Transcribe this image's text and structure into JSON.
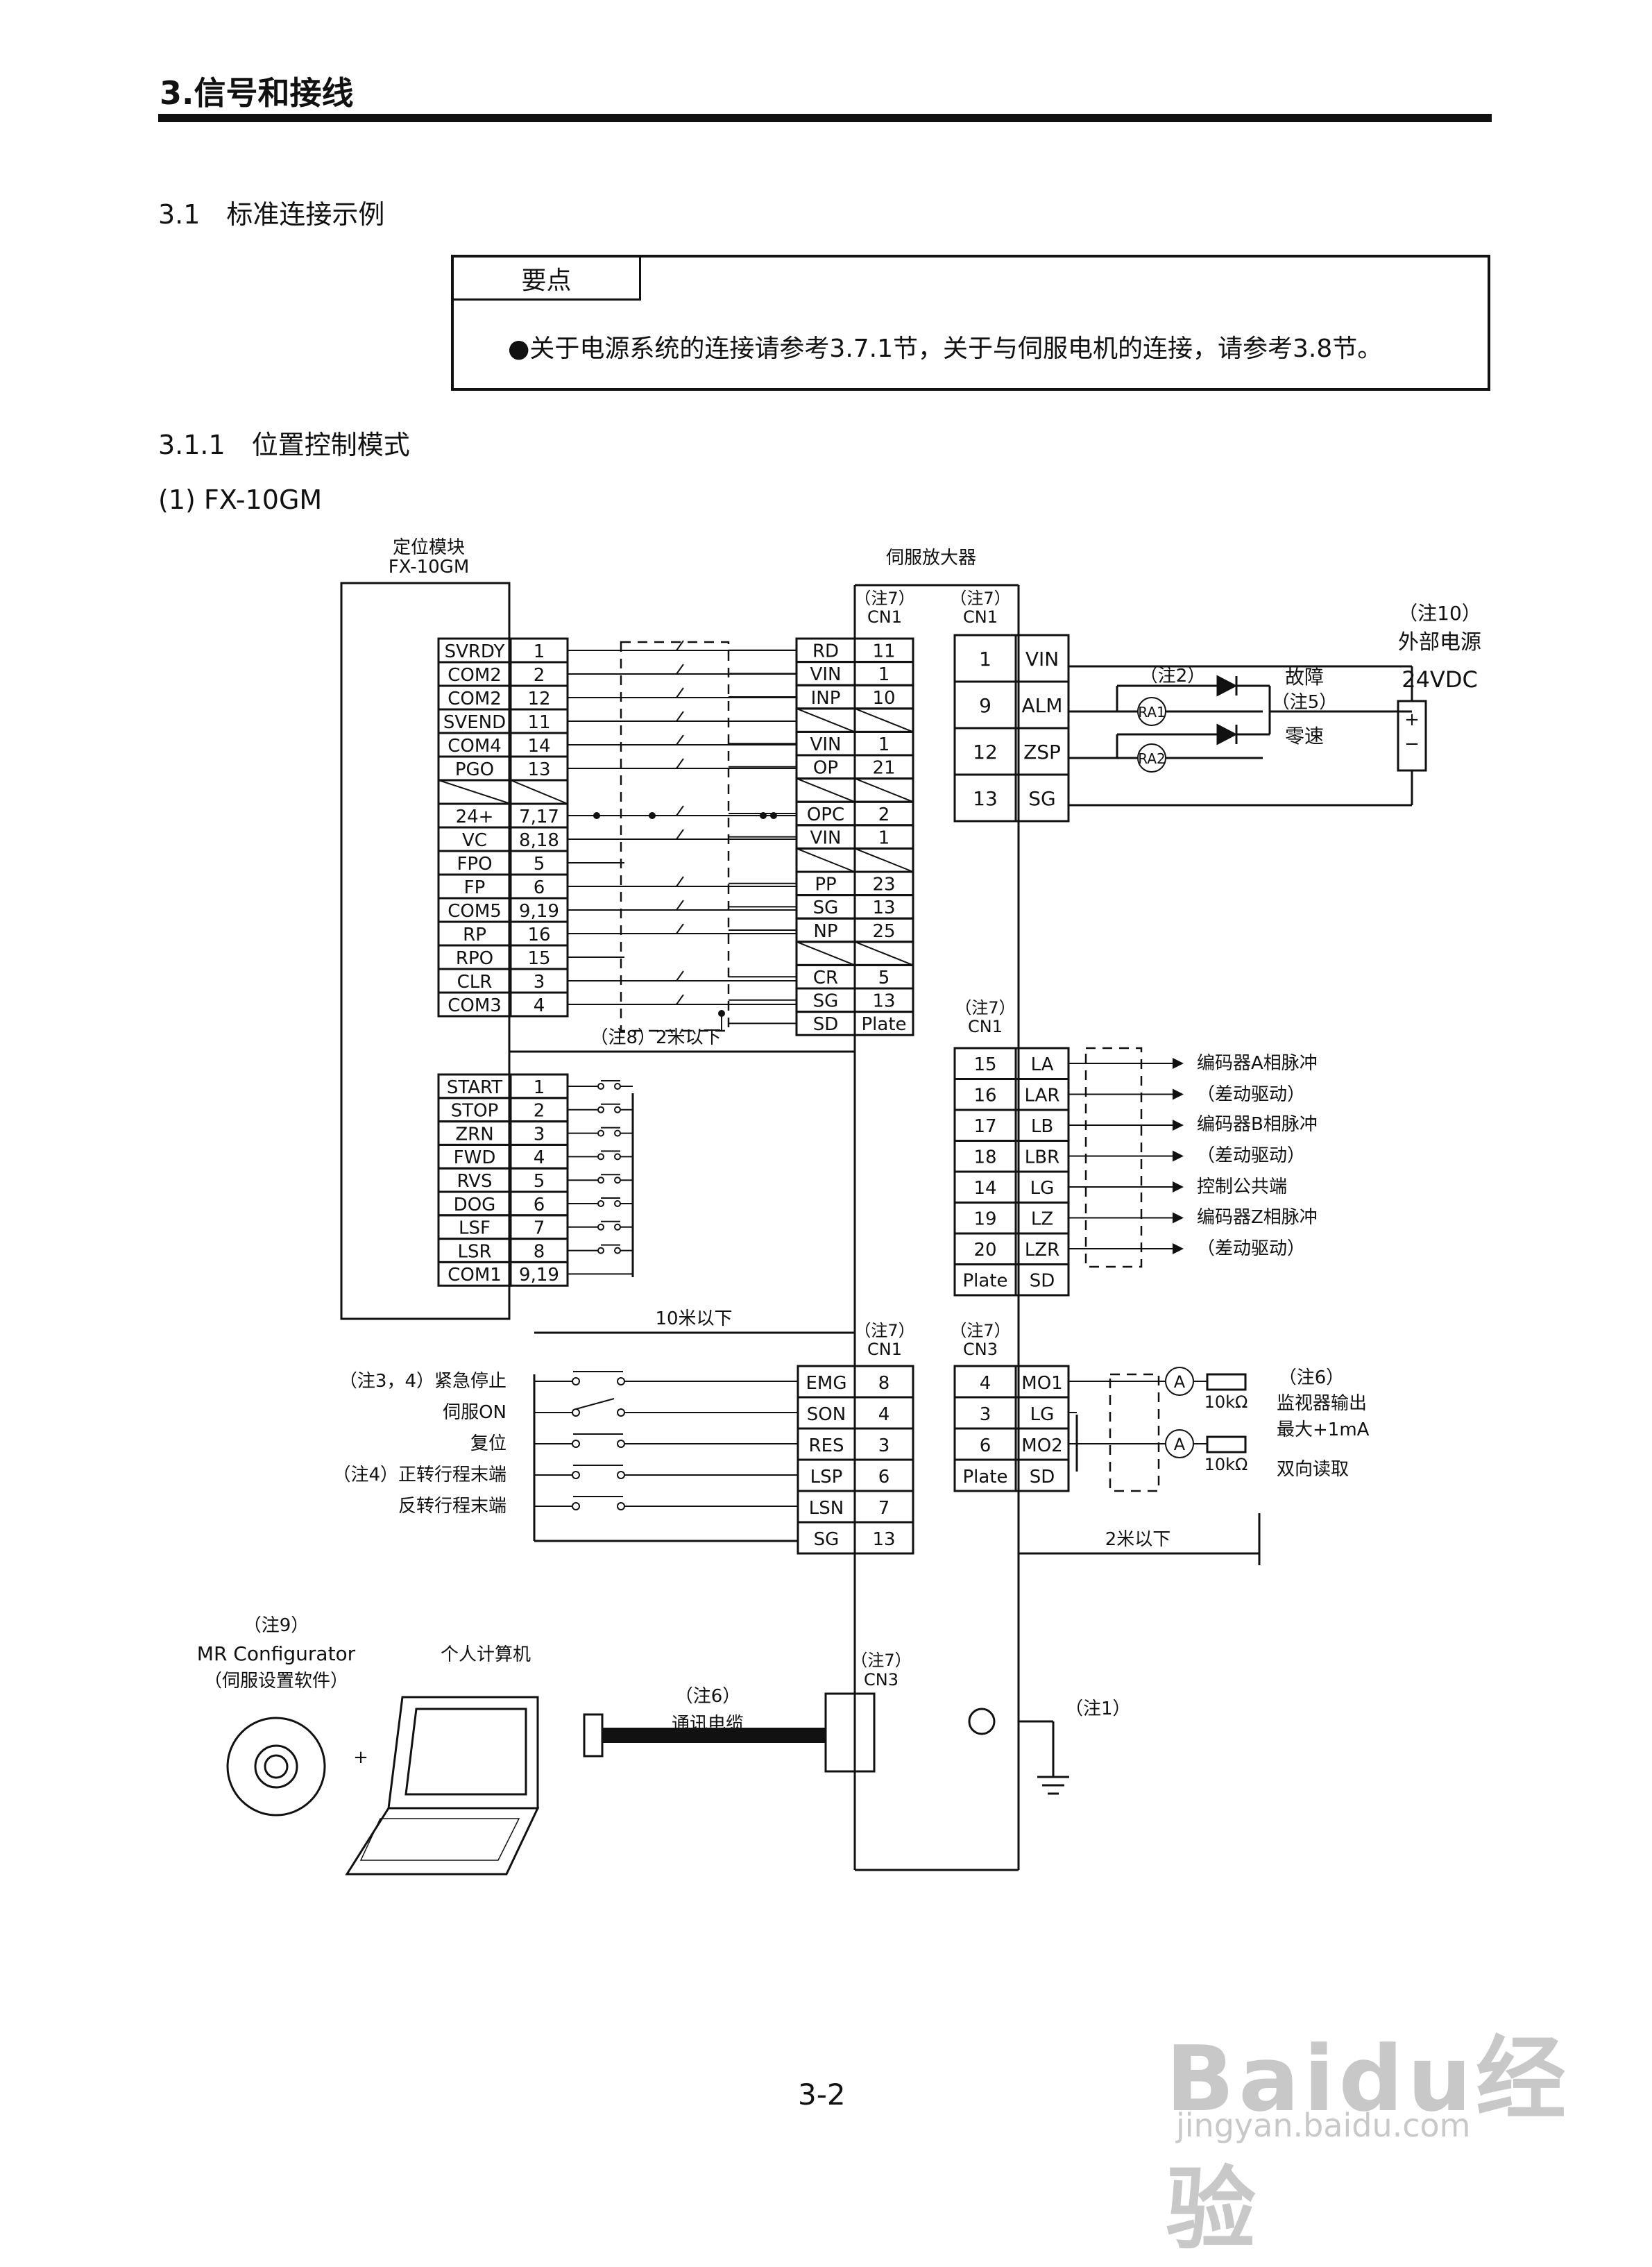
{
  "header": {
    "chapter_title": "3.信号和接线"
  },
  "sections": {
    "s31": "3.1　标准连接示例",
    "s311": "3.1.1　位置控制模式",
    "sub1": "(1) FX-10GM"
  },
  "keypoint": {
    "tab": "要点",
    "text": "●关于电源系统的连接请参考3.7.1节，关于与伺服电机的连接，请参考3.8节。"
  },
  "diagram": {
    "module_title_1": "定位模块",
    "module_title_2": "FX-10GM",
    "servo_title": "伺服放大器",
    "note7": "（注7）",
    "cn1": "CN1",
    "cn3": "CN3",
    "module_rows": [
      {
        "sig": "SVRDY",
        "pin": "1"
      },
      {
        "sig": "COM2",
        "pin": "2"
      },
      {
        "sig": "COM2",
        "pin": "12"
      },
      {
        "sig": "SVEND",
        "pin": "11"
      },
      {
        "sig": "COM4",
        "pin": "14"
      },
      {
        "sig": "PGO",
        "pin": "13"
      },
      {
        "sig": "",
        "pin": ""
      },
      {
        "sig": "24+",
        "pin": "7,17"
      },
      {
        "sig": "VC",
        "pin": "8,18"
      },
      {
        "sig": "FPO",
        "pin": "5"
      },
      {
        "sig": "FP",
        "pin": "6"
      },
      {
        "sig": "COM5",
        "pin": "9,19"
      },
      {
        "sig": "RP",
        "pin": "16"
      },
      {
        "sig": "RPO",
        "pin": "15"
      },
      {
        "sig": "CLR",
        "pin": "3"
      },
      {
        "sig": "COM3",
        "pin": "4"
      }
    ],
    "cn1_left_rows": [
      {
        "sig": "RD",
        "pin": "11"
      },
      {
        "sig": "VIN",
        "pin": "1"
      },
      {
        "sig": "INP",
        "pin": "10"
      },
      {
        "sig": "",
        "pin": ""
      },
      {
        "sig": "VIN",
        "pin": "1"
      },
      {
        "sig": "OP",
        "pin": "21"
      },
      {
        "sig": "",
        "pin": ""
      },
      {
        "sig": "OPC",
        "pin": "2"
      },
      {
        "sig": "VIN",
        "pin": "1"
      },
      {
        "sig": "",
        "pin": ""
      },
      {
        "sig": "PP",
        "pin": "23"
      },
      {
        "sig": "SG",
        "pin": "13"
      },
      {
        "sig": "NP",
        "pin": "25"
      },
      {
        "sig": "",
        "pin": ""
      },
      {
        "sig": "CR",
        "pin": "5"
      },
      {
        "sig": "SG",
        "pin": "13"
      },
      {
        "sig": "SD",
        "pin": "Plate"
      }
    ],
    "io_rows": [
      {
        "pin": "1",
        "sig": "VIN"
      },
      {
        "pin": "9",
        "sig": "ALM"
      },
      {
        "pin": "12",
        "sig": "ZSP"
      },
      {
        "pin": "13",
        "sig": "SG"
      }
    ],
    "note2": "（注2）",
    "ra1": "RA1",
    "ra2": "RA2",
    "fault": "故障",
    "note5": "（注5）",
    "zero_speed": "零速",
    "note10": "（注10）",
    "ext_power": "外部电源",
    "vdc": "24VDC",
    "plus": "+",
    "minus": "−",
    "cable_2m": "（注8）2米以下",
    "switch_rows": [
      {
        "sig": "START",
        "pin": "1"
      },
      {
        "sig": "STOP",
        "pin": "2"
      },
      {
        "sig": "ZRN",
        "pin": "3"
      },
      {
        "sig": "FWD",
        "pin": "4"
      },
      {
        "sig": "RVS",
        "pin": "5"
      },
      {
        "sig": "DOG",
        "pin": "6"
      },
      {
        "sig": "LSF",
        "pin": "7"
      },
      {
        "sig": "LSR",
        "pin": "8"
      },
      {
        "sig": "COM1",
        "pin": "9,19"
      }
    ],
    "enc_rows": [
      {
        "pin": "15",
        "sig": "LA"
      },
      {
        "pin": "16",
        "sig": "LAR"
      },
      {
        "pin": "17",
        "sig": "LB"
      },
      {
        "pin": "18",
        "sig": "LBR"
      },
      {
        "pin": "14",
        "sig": "LG"
      },
      {
        "pin": "19",
        "sig": "LZ"
      },
      {
        "pin": "20",
        "sig": "LZR"
      },
      {
        "pin": "Plate",
        "sig": "SD"
      }
    ],
    "enc_labels": [
      "编码器A相脉冲",
      "（差动驱动）",
      "编码器B相脉冲",
      "（差动驱动）",
      "控制公共端",
      "编码器Z相脉冲",
      "（差动驱动）"
    ],
    "cable_10m": "10米以下",
    "ctl_rows": [
      {
        "sig": "EMG",
        "pin": "8"
      },
      {
        "sig": "SON",
        "pin": "4"
      },
      {
        "sig": "RES",
        "pin": "3"
      },
      {
        "sig": "LSP",
        "pin": "6"
      },
      {
        "sig": "LSN",
        "pin": "7"
      },
      {
        "sig": "SG",
        "pin": "13"
      }
    ],
    "ctl_labels": [
      "（注3，4）紧急停止",
      "伺服ON",
      "复位",
      "（注4）正转行程末端",
      "反转行程末端"
    ],
    "mon_rows": [
      {
        "pin": "4",
        "sig": "MO1"
      },
      {
        "pin": "3",
        "sig": "LG"
      },
      {
        "pin": "6",
        "sig": "MO2"
      },
      {
        "pin": "Plate",
        "sig": "SD"
      }
    ],
    "ammeter": "A",
    "resistor": "10kΩ",
    "note6": "（注6）",
    "monitor_out": "监视器输出",
    "max_current": "最大+1mA",
    "bidir": "双向读取",
    "cable_2m_b": "2米以下",
    "note9": "（注9）",
    "mr_conf": "MR Configurator",
    "mr_conf_cn": "（伺服设置软件）",
    "pc": "个人计算机",
    "plus_sign": "+",
    "comm_cable": "通讯电缆",
    "note1": "（注1）"
  },
  "page_number": "3-2",
  "watermark": {
    "brand": "Baidu经验",
    "url": "jingyan.baidu.com"
  }
}
